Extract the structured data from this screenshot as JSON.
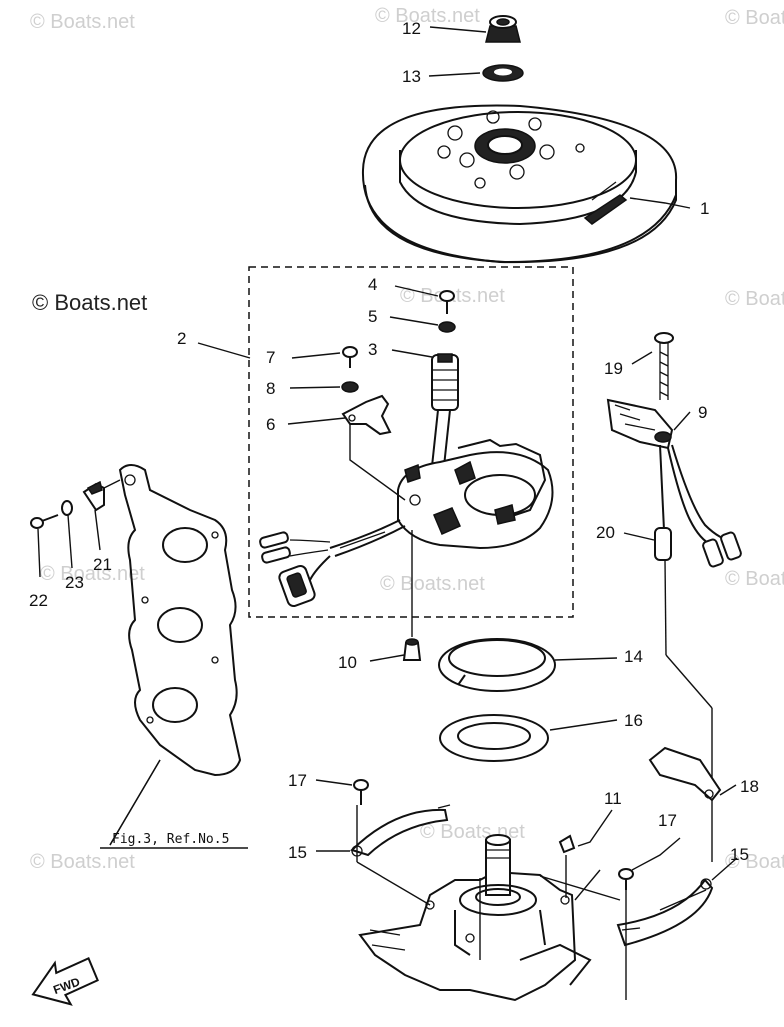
{
  "watermarks": {
    "main": "© Boats.net",
    "faint": "© Boats.net"
  },
  "callouts": [
    {
      "id": "1",
      "label": "1"
    },
    {
      "id": "2",
      "label": "2"
    },
    {
      "id": "3",
      "label": "3"
    },
    {
      "id": "4",
      "label": "4"
    },
    {
      "id": "5",
      "label": "5"
    },
    {
      "id": "6",
      "label": "6"
    },
    {
      "id": "7",
      "label": "7"
    },
    {
      "id": "8",
      "label": "8"
    },
    {
      "id": "9",
      "label": "9"
    },
    {
      "id": "10",
      "label": "10"
    },
    {
      "id": "11",
      "label": "11"
    },
    {
      "id": "12",
      "label": "12"
    },
    {
      "id": "13",
      "label": "13"
    },
    {
      "id": "14",
      "label": "14"
    },
    {
      "id": "15a",
      "label": "15"
    },
    {
      "id": "15b",
      "label": "15"
    },
    {
      "id": "16",
      "label": "16"
    },
    {
      "id": "17a",
      "label": "17"
    },
    {
      "id": "17b",
      "label": "17"
    },
    {
      "id": "18",
      "label": "18"
    },
    {
      "id": "19",
      "label": "19"
    },
    {
      "id": "20",
      "label": "20"
    },
    {
      "id": "21",
      "label": "21"
    },
    {
      "id": "22",
      "label": "22"
    },
    {
      "id": "23",
      "label": "23"
    }
  ],
  "figure_ref": "Fig.3, Ref.No.5",
  "direction_label": "FWD"
}
